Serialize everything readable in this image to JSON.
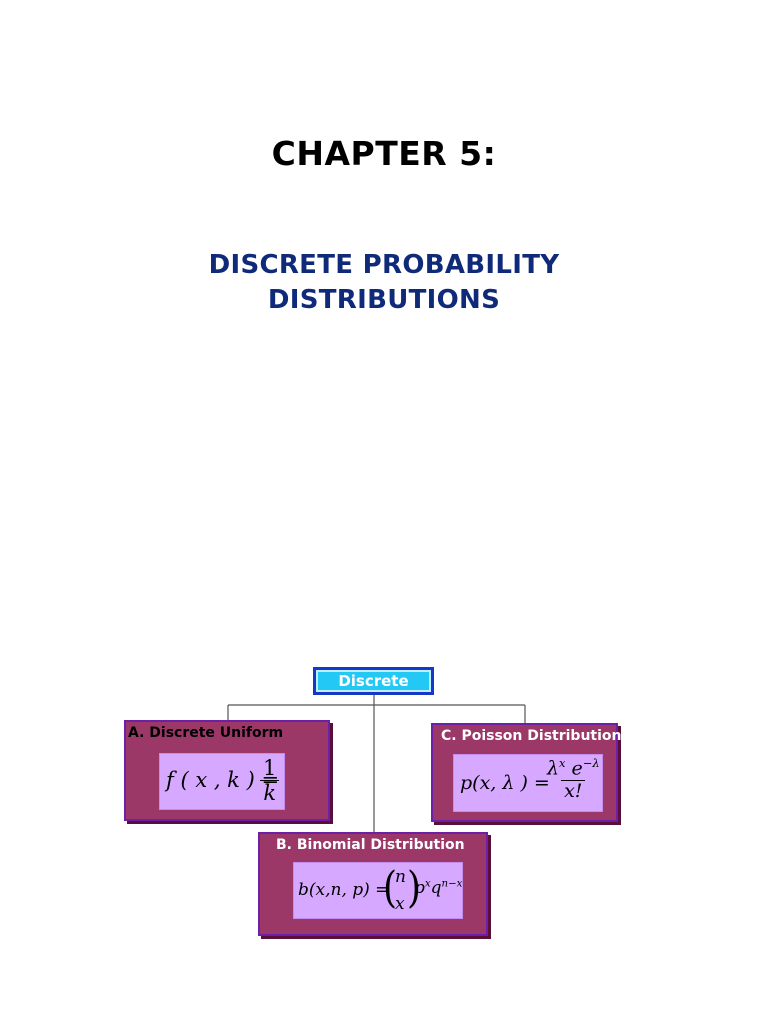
{
  "page": {
    "chapter_title": "CHAPTER 5:",
    "subtitle_line1": "DISCRETE PROBABILITY",
    "subtitle_line2": "DISTRIBUTIONS"
  },
  "diagram": {
    "root_label": "Discrete",
    "uniform": {
      "label": "A. Discrete Uniform",
      "lhs": "f ( x , k ) =",
      "numerator": "1",
      "denominator": "k"
    },
    "binomial": {
      "label": "B. Binomial Distribution",
      "lhs": "b(x,n, p) =",
      "binom_top": "n",
      "binom_bottom": "x",
      "p_base": "p",
      "p_exp": "x",
      "q_base": "q",
      "q_exp": "n−x"
    },
    "poisson": {
      "label": "C. Poisson Distribution",
      "lhs": "p(x, λ ) =",
      "num_base": "λ",
      "num_exp": "x",
      "num_e": "e",
      "num_e_exp": "−λ",
      "denominator": "x!"
    }
  },
  "colors": {
    "title": "#000000",
    "subtitle": "#102a7a",
    "root_fill": "#24c8f5",
    "root_border": "#1638c8",
    "box_fill": "#9b3868",
    "box_border": "#6d1fa8",
    "formula_fill": "#d6a8ff"
  }
}
